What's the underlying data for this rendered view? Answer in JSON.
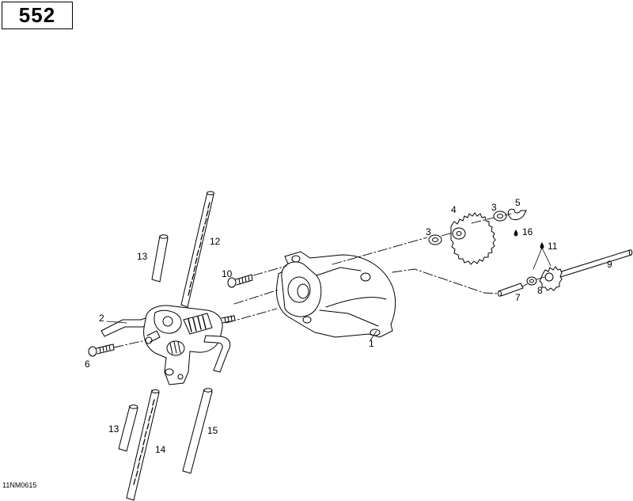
{
  "page_number": "552",
  "drawing_code": "11NM0615",
  "callouts": {
    "c1": "1",
    "c2": "2",
    "c3a": "3",
    "c3b": "3",
    "c4": "4",
    "c5": "5",
    "c6": "6",
    "c7": "7",
    "c8": "8",
    "c9": "9",
    "c10": "10",
    "c11": "11",
    "c12": "12",
    "c13a": "13",
    "c13b": "13",
    "c14": "14",
    "c15": "15",
    "c16": "16"
  }
}
